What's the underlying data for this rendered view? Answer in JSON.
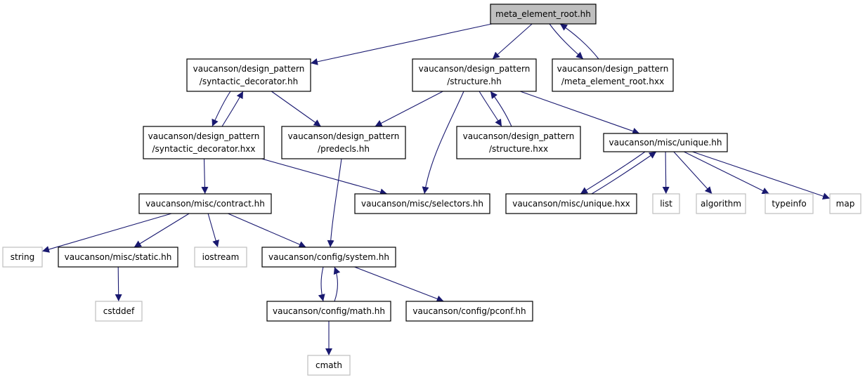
{
  "colors": {
    "edge": "#191970",
    "node_border": "#000000",
    "external_border": "#bfbfbf",
    "root_fill": "#bfbfbf",
    "node_fill": "#ffffff"
  },
  "nodes": [
    {
      "id": "root",
      "lines": [
        "meta_element_root.hh"
      ],
      "kind": "root"
    },
    {
      "id": "sd_hh",
      "lines": [
        "vaucanson/design_pattern",
        "/syntactic_decorator.hh"
      ],
      "kind": "file"
    },
    {
      "id": "st_hh",
      "lines": [
        "vaucanson/design_pattern",
        "/structure.hh"
      ],
      "kind": "file"
    },
    {
      "id": "mer_hxx",
      "lines": [
        "vaucanson/design_pattern",
        "/meta_element_root.hxx"
      ],
      "kind": "file"
    },
    {
      "id": "sd_hxx",
      "lines": [
        "vaucanson/design_pattern",
        "/syntactic_decorator.hxx"
      ],
      "kind": "file"
    },
    {
      "id": "predecls",
      "lines": [
        "vaucanson/design_pattern",
        "/predecls.hh"
      ],
      "kind": "file"
    },
    {
      "id": "st_hxx",
      "lines": [
        "vaucanson/design_pattern",
        "/structure.hxx"
      ],
      "kind": "file"
    },
    {
      "id": "unique_hh",
      "lines": [
        "vaucanson/misc/unique.hh"
      ],
      "kind": "file"
    },
    {
      "id": "contract",
      "lines": [
        "vaucanson/misc/contract.hh"
      ],
      "kind": "file"
    },
    {
      "id": "selectors",
      "lines": [
        "vaucanson/misc/selectors.hh"
      ],
      "kind": "file"
    },
    {
      "id": "unique_hxx",
      "lines": [
        "vaucanson/misc/unique.hxx"
      ],
      "kind": "file"
    },
    {
      "id": "list",
      "lines": [
        "list"
      ],
      "kind": "external"
    },
    {
      "id": "algorithm",
      "lines": [
        "algorithm"
      ],
      "kind": "external"
    },
    {
      "id": "typeinfo",
      "lines": [
        "typeinfo"
      ],
      "kind": "external"
    },
    {
      "id": "map",
      "lines": [
        "map"
      ],
      "kind": "external"
    },
    {
      "id": "string",
      "lines": [
        "string"
      ],
      "kind": "external"
    },
    {
      "id": "static",
      "lines": [
        "vaucanson/misc/static.hh"
      ],
      "kind": "file"
    },
    {
      "id": "iostream",
      "lines": [
        "iostream"
      ],
      "kind": "external"
    },
    {
      "id": "system",
      "lines": [
        "vaucanson/config/system.hh"
      ],
      "kind": "file"
    },
    {
      "id": "cstddef",
      "lines": [
        "cstddef"
      ],
      "kind": "external"
    },
    {
      "id": "math",
      "lines": [
        "vaucanson/config/math.hh"
      ],
      "kind": "file"
    },
    {
      "id": "pconf",
      "lines": [
        "vaucanson/config/pconf.hh"
      ],
      "kind": "file"
    },
    {
      "id": "cmath",
      "lines": [
        "cmath"
      ],
      "kind": "external"
    }
  ],
  "edges": [
    {
      "from": "root",
      "to": "sd_hh"
    },
    {
      "from": "root",
      "to": "st_hh"
    },
    {
      "from": "root",
      "to": "mer_hxx"
    },
    {
      "from": "mer_hxx",
      "to": "root"
    },
    {
      "from": "sd_hh",
      "to": "sd_hxx"
    },
    {
      "from": "sd_hxx",
      "to": "sd_hh"
    },
    {
      "from": "sd_hh",
      "to": "predecls"
    },
    {
      "from": "st_hh",
      "to": "predecls"
    },
    {
      "from": "st_hh",
      "to": "selectors"
    },
    {
      "from": "st_hh",
      "to": "st_hxx"
    },
    {
      "from": "st_hxx",
      "to": "st_hh"
    },
    {
      "from": "st_hh",
      "to": "unique_hh"
    },
    {
      "from": "sd_hxx",
      "to": "contract"
    },
    {
      "from": "sd_hxx",
      "to": "selectors"
    },
    {
      "from": "predecls",
      "to": "system"
    },
    {
      "from": "unique_hh",
      "to": "unique_hxx"
    },
    {
      "from": "unique_hxx",
      "to": "unique_hh"
    },
    {
      "from": "unique_hh",
      "to": "list"
    },
    {
      "from": "unique_hh",
      "to": "algorithm"
    },
    {
      "from": "unique_hh",
      "to": "typeinfo"
    },
    {
      "from": "unique_hh",
      "to": "map"
    },
    {
      "from": "contract",
      "to": "string"
    },
    {
      "from": "contract",
      "to": "static"
    },
    {
      "from": "contract",
      "to": "iostream"
    },
    {
      "from": "contract",
      "to": "system"
    },
    {
      "from": "static",
      "to": "cstddef"
    },
    {
      "from": "system",
      "to": "math"
    },
    {
      "from": "math",
      "to": "system"
    },
    {
      "from": "system",
      "to": "pconf"
    },
    {
      "from": "math",
      "to": "cmath"
    }
  ]
}
